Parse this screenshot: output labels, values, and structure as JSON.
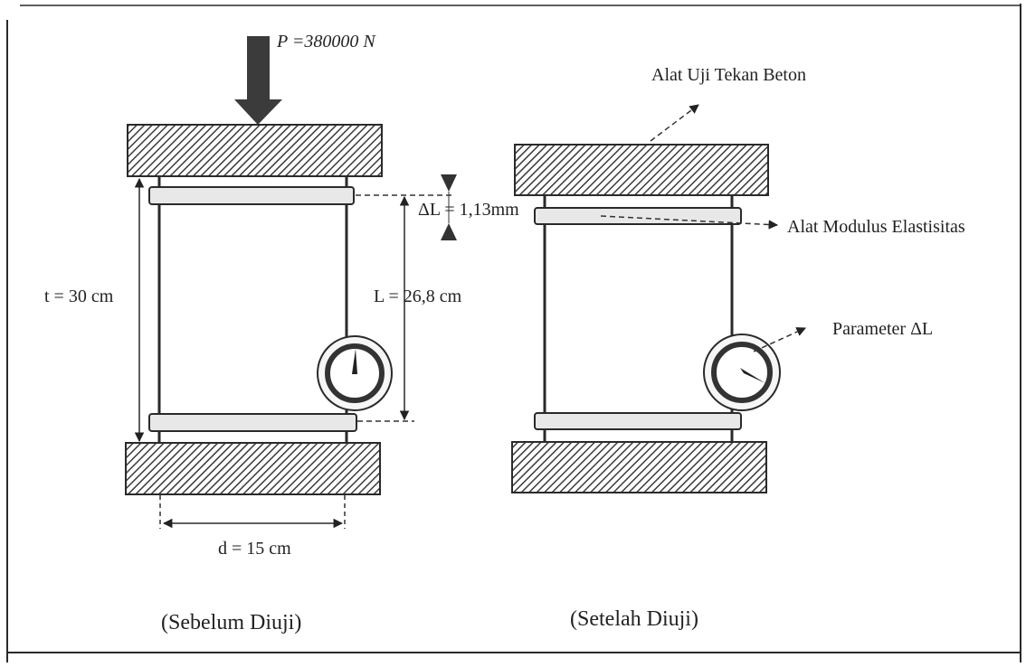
{
  "force": {
    "label_symbol": "P",
    "label_value": " =380000 N"
  },
  "before": {
    "caption": "(Sebelum Diuji)",
    "height_label": "t = 30 cm",
    "gauge_length_label": "L = 26,8 cm",
    "diameter_label": "d = 15 cm",
    "delta_label": "ΔL = 1,13mm"
  },
  "after": {
    "caption": "(Setelah Diuji)",
    "machine_label": "Alat Uji Tekan Beton",
    "modulus_label": "Alat Modulus Elastisitas",
    "param_label": "Parameter ΔL"
  },
  "colors": {
    "line": "#333333",
    "frame": "#2a2a2a",
    "plate_fill": "#e8e8e8",
    "hatch": "#3a3a3a"
  }
}
